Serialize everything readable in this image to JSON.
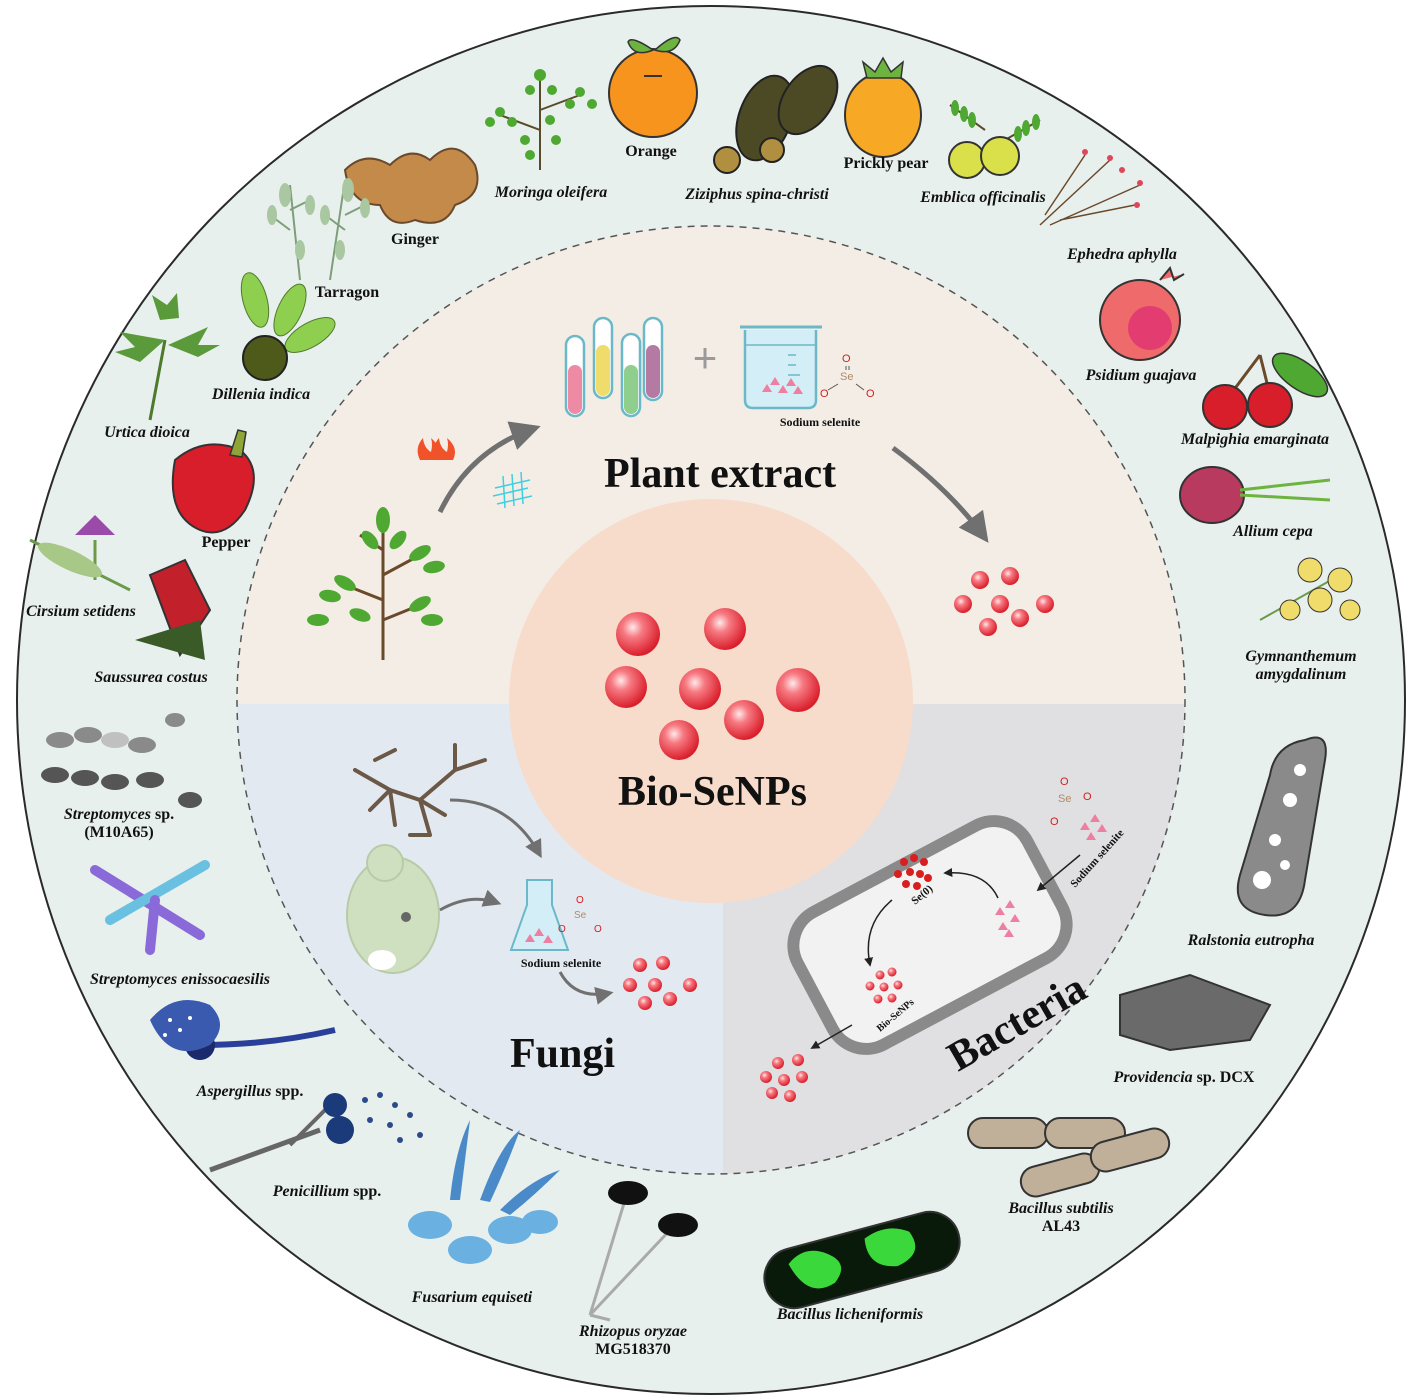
{
  "center": {
    "title": "Bio-SeNPs"
  },
  "sections": {
    "plant": "Plant extract",
    "fungi": "Fungi",
    "bacteria": "Bacteria"
  },
  "reagent": {
    "sodium_selenite": "Sodium selenite",
    "se_symbol": "Se",
    "o_symbol": "O"
  },
  "bacteria_cell": {
    "se0": "Se(0)",
    "bio_senps": "Bio-SeNPs"
  },
  "organisms": {
    "moringa": "Moringa oleifera",
    "orange": "Orange",
    "ziziphus": "Ziziphus spina-christi",
    "prickly_pear": "Prickly pear",
    "emblica": "Emblica officinalis",
    "ginger": "Ginger",
    "tarragon": "Tarragon",
    "ephedra": "Ephedra aphylla",
    "psidium": "Psidium guajava",
    "dillenia": "Dillenia indica",
    "urtica": "Urtica dioica",
    "malpighia": "Malpighia emarginata",
    "pepper": "Pepper",
    "allium": "Allium cepa",
    "cirsium": "Cirsium setidens",
    "gymnanthemum_1": "Gymnanthemum",
    "gymnanthemum_2": "amygdalinum",
    "saussurea": "Saussurea costus",
    "streptomyces_m_1": "Streptomyces",
    "streptomyces_m_sp": " sp.",
    "streptomyces_m_2": "(M10A65)",
    "streptomyces_e": "Streptomyces enissocaesilis",
    "ralstonia": "Ralstonia eutropha",
    "aspergillus_1": "Aspergillus",
    "aspergillus_2": " spp.",
    "providencia_1": "Providencia",
    "providencia_2": " sp. DCX",
    "penicillium_1": "Penicillium",
    "penicillium_2": " spp.",
    "bacillus_s_1": "Bacillus subtilis",
    "bacillus_s_2": "AL43",
    "fusarium": "Fusarium equiseti",
    "rhizopus_1": "Rhizopus oryzae",
    "rhizopus_2": "MG518370",
    "bacillus_l": "Bacillus licheniformis"
  },
  "colors": {
    "outer_ring": "#e8f0ee",
    "plant_bg": "#f3ede6",
    "fungi_bg": "#e3e9f1",
    "bacteria_bg": "#e0dfe1",
    "center_bg": "#f7dccb",
    "nanoparticle": "#e8323f"
  }
}
